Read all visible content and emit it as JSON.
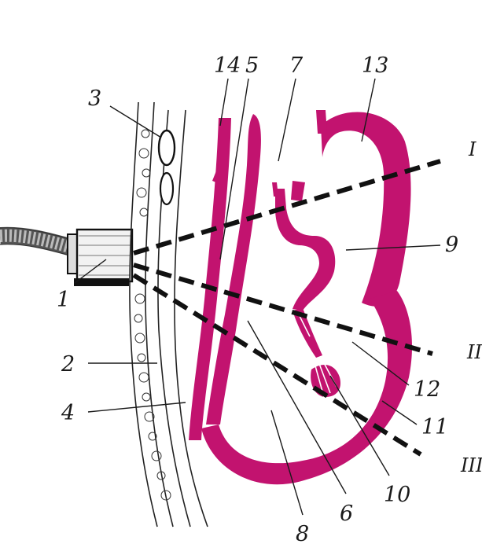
{
  "diagram": {
    "colors": {
      "heart": "#c2136f",
      "ink": "#1a1a1a",
      "background": "#ffffff"
    },
    "labels": {
      "n1": "1",
      "n2": "2",
      "n3": "3",
      "n4": "4",
      "n5": "5",
      "n6": "6",
      "n7": "7",
      "n8": "8",
      "n9": "9",
      "n10": "10",
      "n11": "11",
      "n12": "12",
      "n13": "13",
      "n14": "14"
    },
    "beams": {
      "b1": "I",
      "b2": "II",
      "b3": "III"
    }
  }
}
